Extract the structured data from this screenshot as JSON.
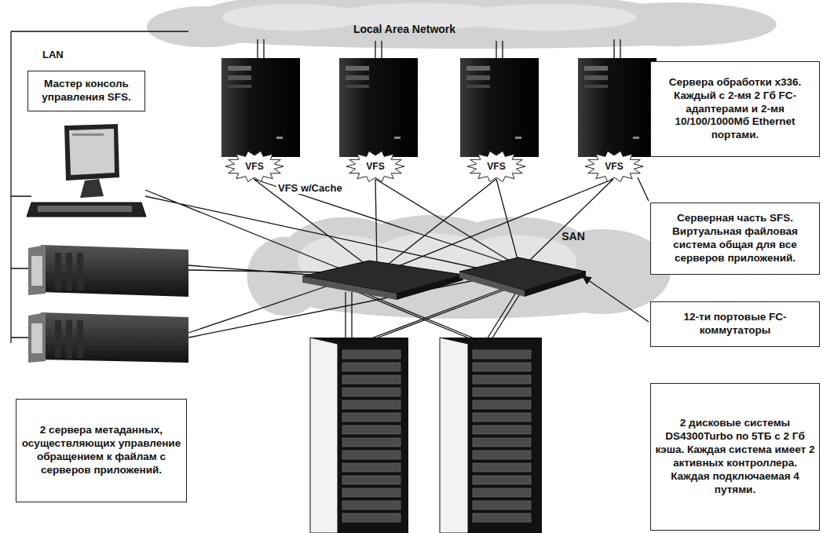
{
  "diagram": {
    "nodes": [
      {
        "text": [
          "Local Area Network"
        ]
      },
      {
        "text": [
          "Мастер консоль управления SFS."
        ]
      },
      {
        "text": [
          "Сервера обработки x336. Каждый с 2-мя 2 Гб FC-адаптерами и 2-мя 10/100/1000Мб Ethernet портами."
        ]
      },
      {
        "text": [
          "VFS"
        ]
      },
      {
        "text": [
          "VFS"
        ]
      },
      {
        "text": [
          "VFS"
        ]
      },
      {
        "text": [
          "VFS"
        ]
      },
      {
        "text": [
          "Серверная часть SFS. Виртуальная файловая система общая для все серверов приложений."
        ]
      },
      {
        "text": [
          "SAN"
        ]
      },
      {
        "text": [
          "12-ти портовые FC-коммутаторы"
        ]
      },
      {
        "text": [
          "2 сервера метаданных, осуществляющих управление обращением к файлам с серверов приложений."
        ]
      },
      {
        "text": [
          "2 дисковые системы DS4300Turbo по 5ТБ с 2 Гб кэша. Каждая система имеет 2 активных контроллера. Каждая подключаемая 4 путями."
        ]
      }
    ],
    "labels": [
      "LAN",
      "VFS w/Cache"
    ]
  }
}
